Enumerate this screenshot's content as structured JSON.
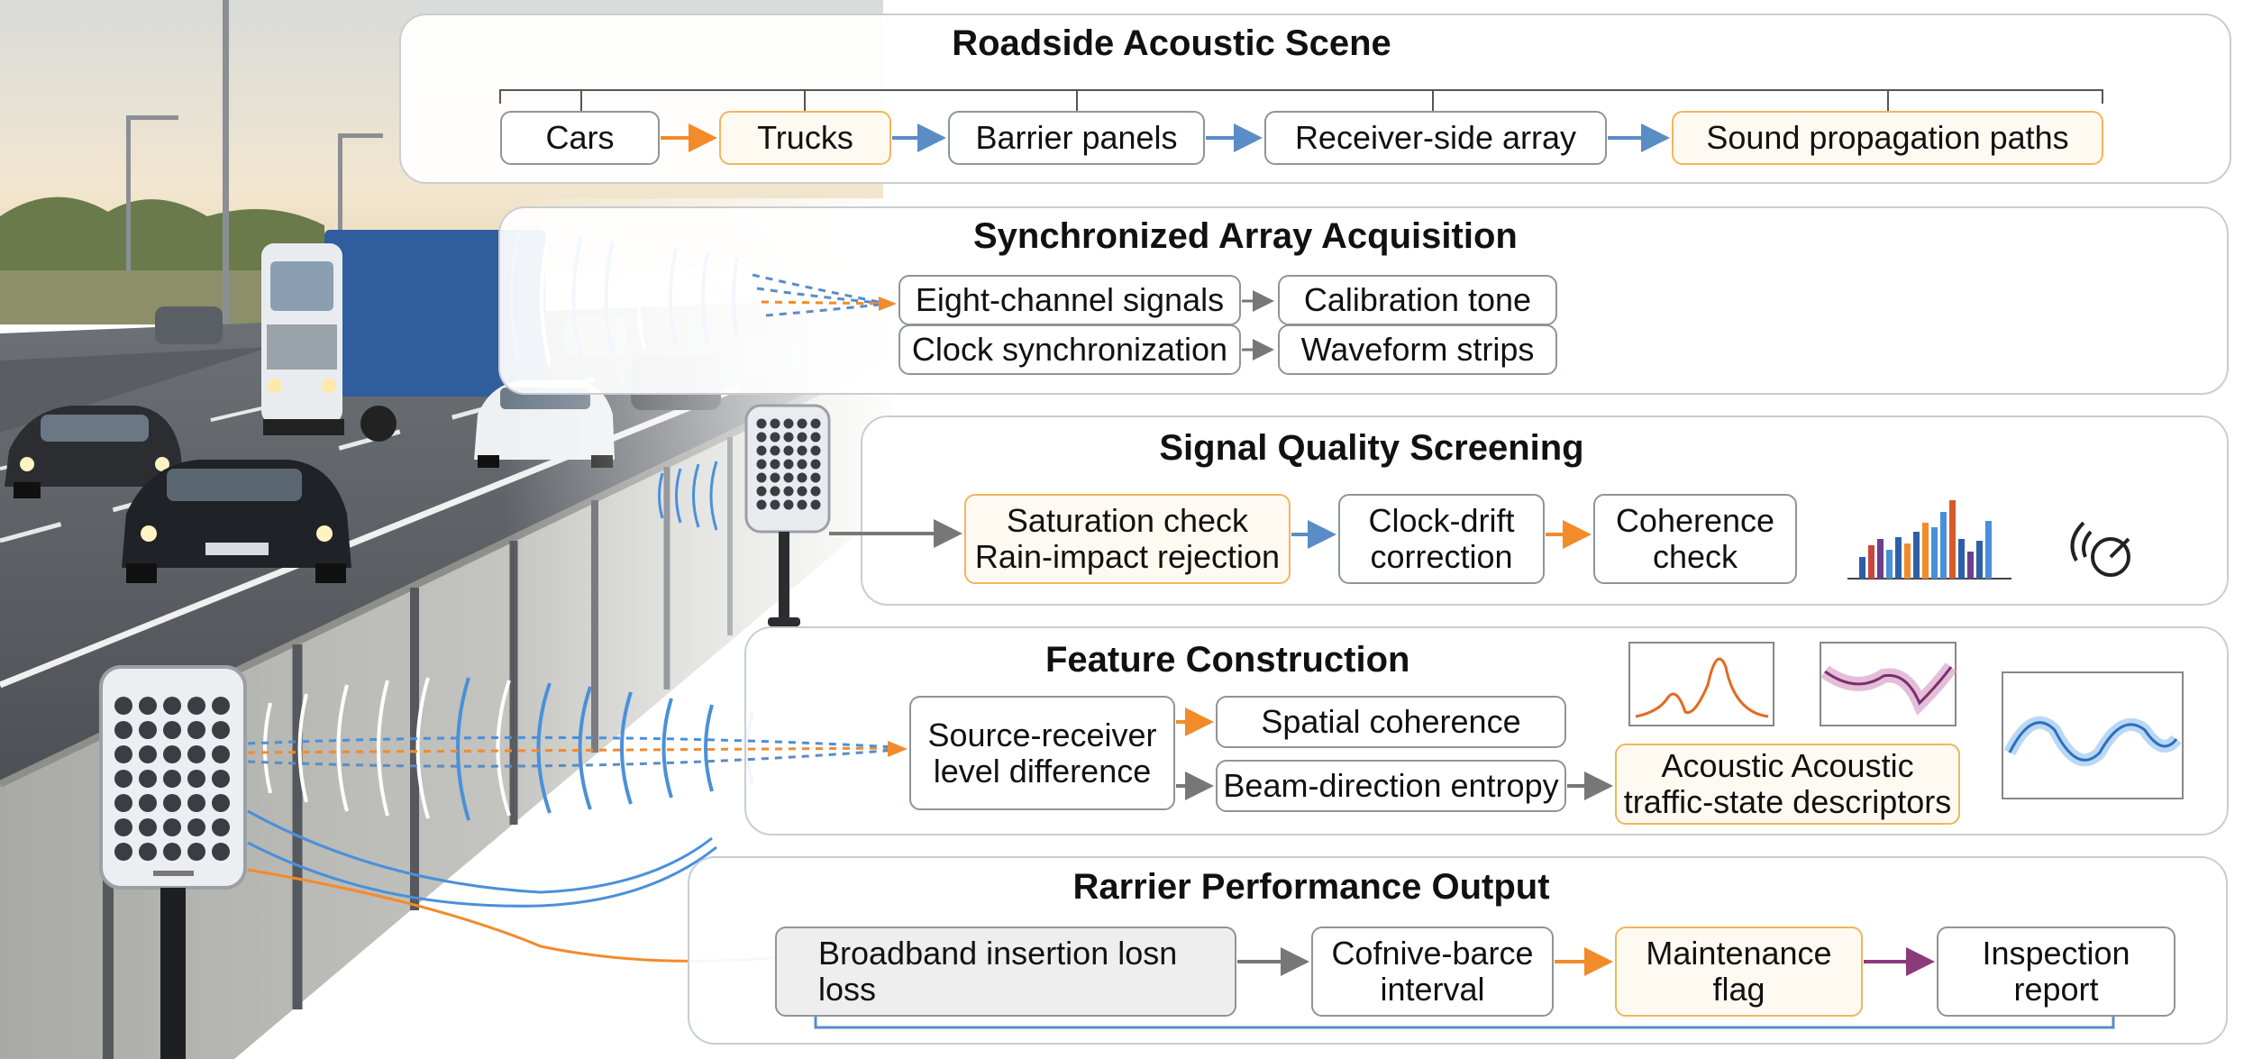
{
  "colors": {
    "orange_arrow": "#f28b2a",
    "blue_arrow": "#5a8cc6",
    "gray_arrow": "#777777",
    "purple_arrow": "#8b3a7a",
    "accent_border": "#f2b55c",
    "panel_border": "#c9cdd2",
    "sound_wave_blue": "#4a90d9"
  },
  "panels": [
    {
      "title": "Roadside Acoustic Scene",
      "nodes": [
        "Cars",
        "Trucks",
        "Barrier panels",
        "Receiver-side array",
        "Sound propagation paths"
      ]
    },
    {
      "title": "Synchronized Array Acquisition",
      "nodes": [
        "Eight-channel signals",
        "Calibration tone",
        "Clock synchronization",
        "Waveform strips"
      ]
    },
    {
      "title": "Signal Quality Screening",
      "nodes": [
        "Saturation check\nRain-impact rejection",
        "Clock-drift\ncorrection",
        "Coherence\ncheck"
      ]
    },
    {
      "title": "Feature Construction",
      "nodes": [
        "Source-receiver\nlevel difference",
        "Spatial coherence",
        "Beam-direction entropy",
        "Acoustic     Acoustic\ntraffic-state descriptors"
      ]
    },
    {
      "title": "Rarrier Performance Output",
      "nodes": [
        "Broadband  insertion losn\nloss",
        "Cofnive-barce\ninterval",
        "Maintenance\nflag",
        "Inspection\nreport"
      ]
    }
  ],
  "icons": {
    "spectrum": "bar-spectrum-icon",
    "sensor": "acoustic-sensor-icon",
    "peaks": "peak-plot-icon",
    "band": "band-plot-icon",
    "wave": "sine-wave-icon",
    "array": "microphone-array-icon",
    "vehicles": [
      "truck",
      "car"
    ]
  }
}
